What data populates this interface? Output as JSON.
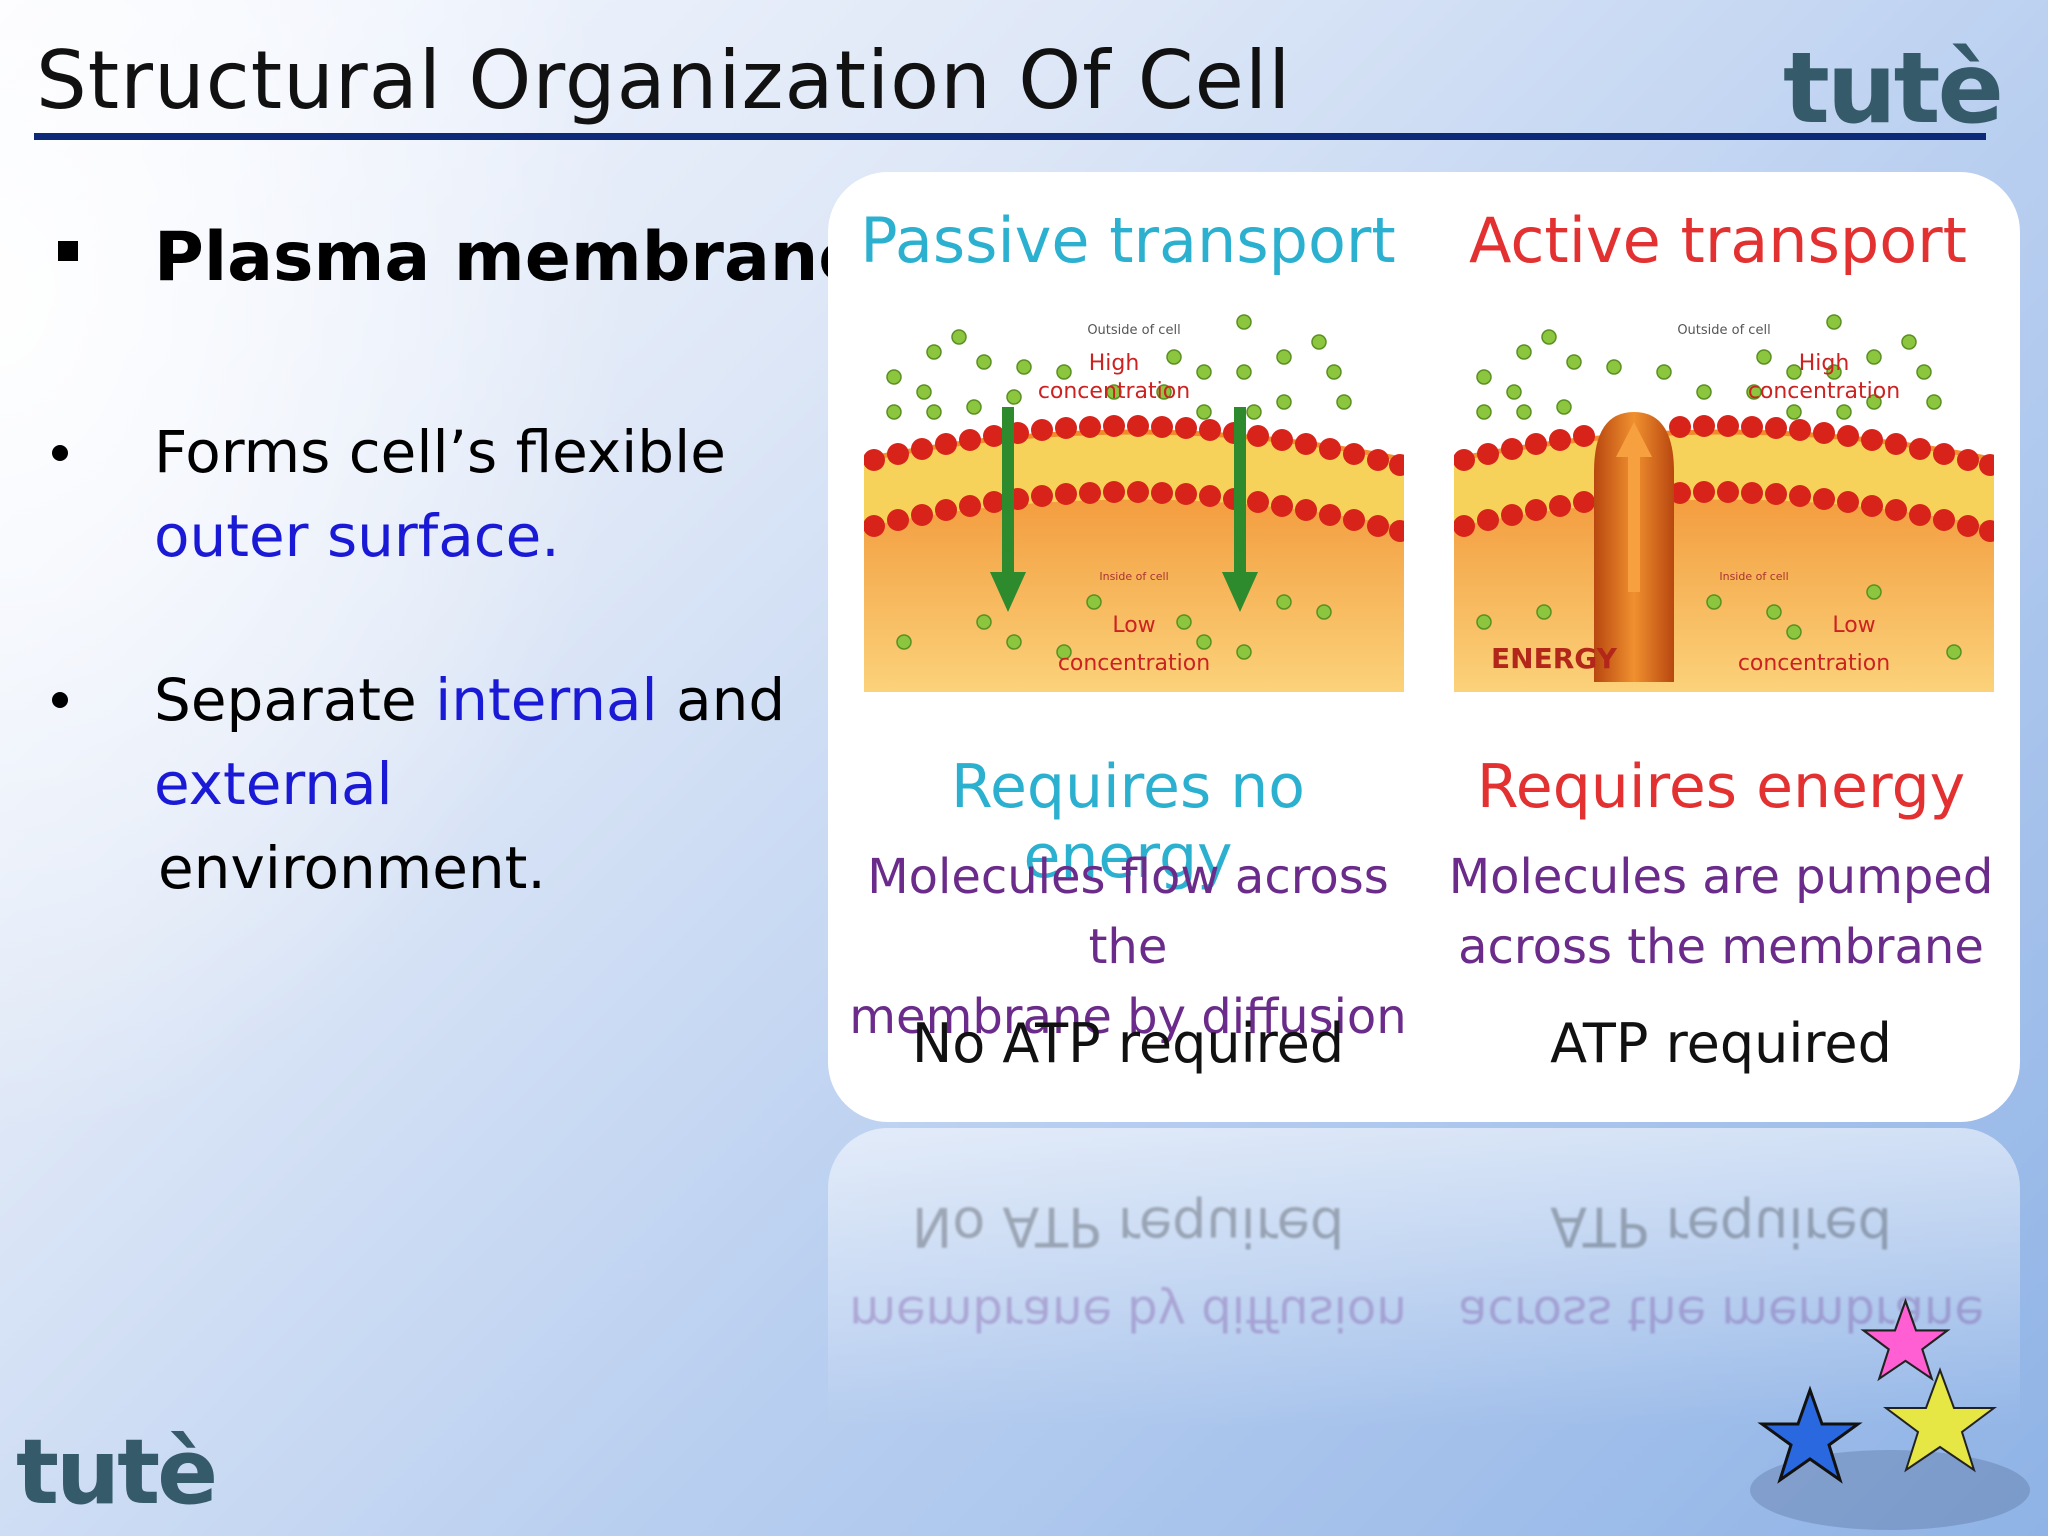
{
  "slide": {
    "title": "Structural Organization Of Cell",
    "logo": "tutè",
    "heading": "Plasma membrane",
    "bullets": [
      {
        "part1": "Forms cell’s flexible",
        "blue1": "outer surface."
      },
      {
        "pre": "Separate ",
        "blue1": "internal",
        "mid": " and",
        "blue2": "external",
        "post": "environment."
      }
    ]
  },
  "card": {
    "passive": {
      "title": "Passive transport",
      "outside_label": "Outside of cell",
      "high_label": "High",
      "high_label2": "concentration",
      "inside_label": "Inside of cell",
      "low_label": "Low",
      "low_label2": "concentration",
      "requirement": "Requires no energy",
      "desc_line1": "Molecules flow across the",
      "desc_line2": "membrane by diffusion",
      "atp": "No ATP required"
    },
    "active": {
      "title": "Active transport",
      "outside_label": "Outside of cell",
      "high_label": "High",
      "high_label2": "concentration",
      "inside_label": "Inside of cell",
      "low_label": "Low",
      "low_label2": "concentration",
      "energy_label": "ENERGY",
      "requirement": "Requires energy",
      "desc_line1": "Molecules are pumped",
      "desc_line2": "across the membrane",
      "atp": "ATP required"
    }
  },
  "colors": {
    "title_rule": "#0d2a78",
    "logo": "#355a69",
    "accent_blue": "#1a1ad6",
    "passive": "#2bb0cf",
    "active": "#e33030",
    "desc": "#6b2b8a",
    "membrane_head": "#d8231b",
    "molecule": "#8cc63f"
  }
}
